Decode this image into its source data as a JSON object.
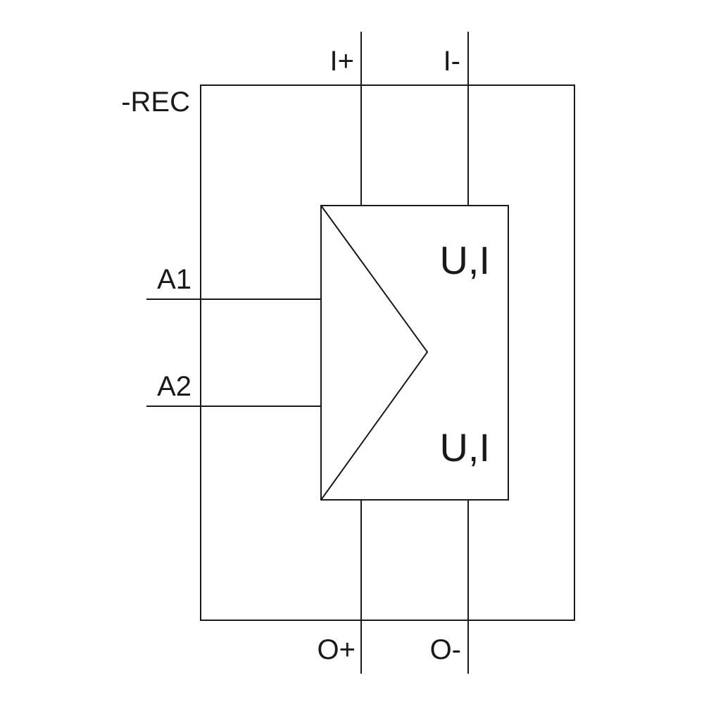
{
  "device": {
    "designation": "-REC",
    "control_inputs": [
      "A1",
      "A2"
    ],
    "signal_input": {
      "positive": "I+",
      "negative": "I-"
    },
    "signal_output": {
      "positive": "O+",
      "negative": "O-"
    },
    "converter": {
      "input_signal": "U,I",
      "output_signal": "U,I"
    }
  },
  "colors": {
    "line": "#1a1a1a",
    "background": "#ffffff"
  }
}
